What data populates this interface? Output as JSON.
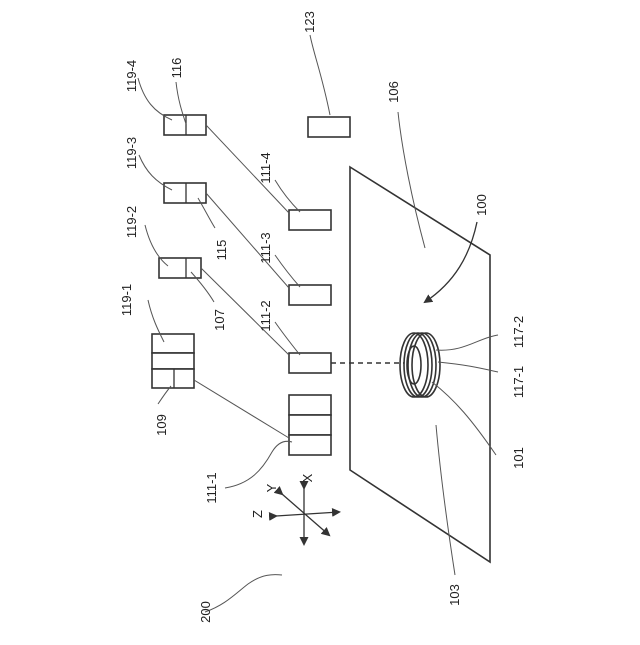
{
  "labels": {
    "l200": "200",
    "l109": "109",
    "l119_1": "119-1",
    "l107": "107",
    "l119_2": "119-2",
    "l115": "115",
    "l119_3": "119-3",
    "l116": "116",
    "l119_4": "119-4",
    "l111_1": "111-1",
    "l111_2": "111-2",
    "l111_3": "111-3",
    "l111_4": "111-4",
    "l123": "123",
    "l106": "106",
    "l100": "100",
    "l117_2": "117-2",
    "l117_1": "117-1",
    "l101": "101",
    "l103": "103"
  },
  "axes": {
    "x": "X",
    "y": "Y",
    "z": "Z"
  }
}
